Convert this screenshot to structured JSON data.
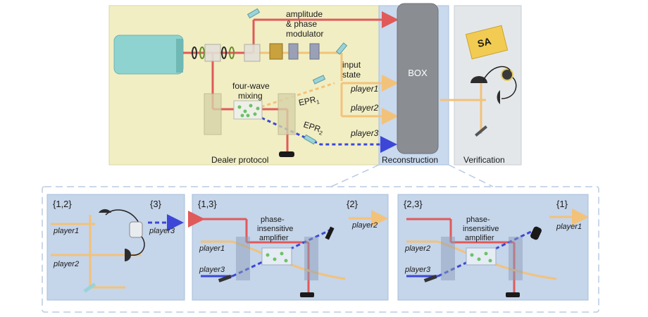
{
  "top": {
    "amplitude_label_1": "amplitude",
    "amplitude_label_2": "& phase",
    "amplitude_label_3": "modulator",
    "input_state_1": "input",
    "input_state_2": "state",
    "fwm_1": "four-wave",
    "fwm_2": "mixing",
    "epr1": "EPR",
    "epr1_sub": "1",
    "epr2": "EPR",
    "epr2_sub": "2",
    "player1": "player1",
    "player2": "player2",
    "player3": "player3",
    "box": "BOX",
    "sa": "SA",
    "dealer": "Dealer protocol",
    "reconstruction": "Reconstruction",
    "verification": "Verification"
  },
  "panels": [
    {
      "subset": "{1,2}",
      "absent": "{3}",
      "labels": [
        "player1",
        "player2",
        "player3"
      ]
    },
    {
      "subset": "{1,3}",
      "absent": "{2}",
      "amp_1": "phase-",
      "amp_2": "insensitive",
      "amp_3": "amplifier",
      "labels": [
        "player1",
        "player3",
        "player2"
      ]
    },
    {
      "subset": "{2,3}",
      "absent": "{1}",
      "amp_1": "phase-",
      "amp_2": "insensitive",
      "amp_3": "amplifier",
      "labels": [
        "player2",
        "player3",
        "player1"
      ]
    }
  ],
  "colors": {
    "dealer_bg": "#f1eec4",
    "recon_bg": "#c9d9ee",
    "verif_bg": "#e4e7ea",
    "panel_bg": "#c5d5ea",
    "red_beam": "#e05a5a",
    "gold_beam": "#f2c27a",
    "blue_beam": "#3c47d8",
    "box": "#8a8d92",
    "laser": "#8ed3cf"
  }
}
